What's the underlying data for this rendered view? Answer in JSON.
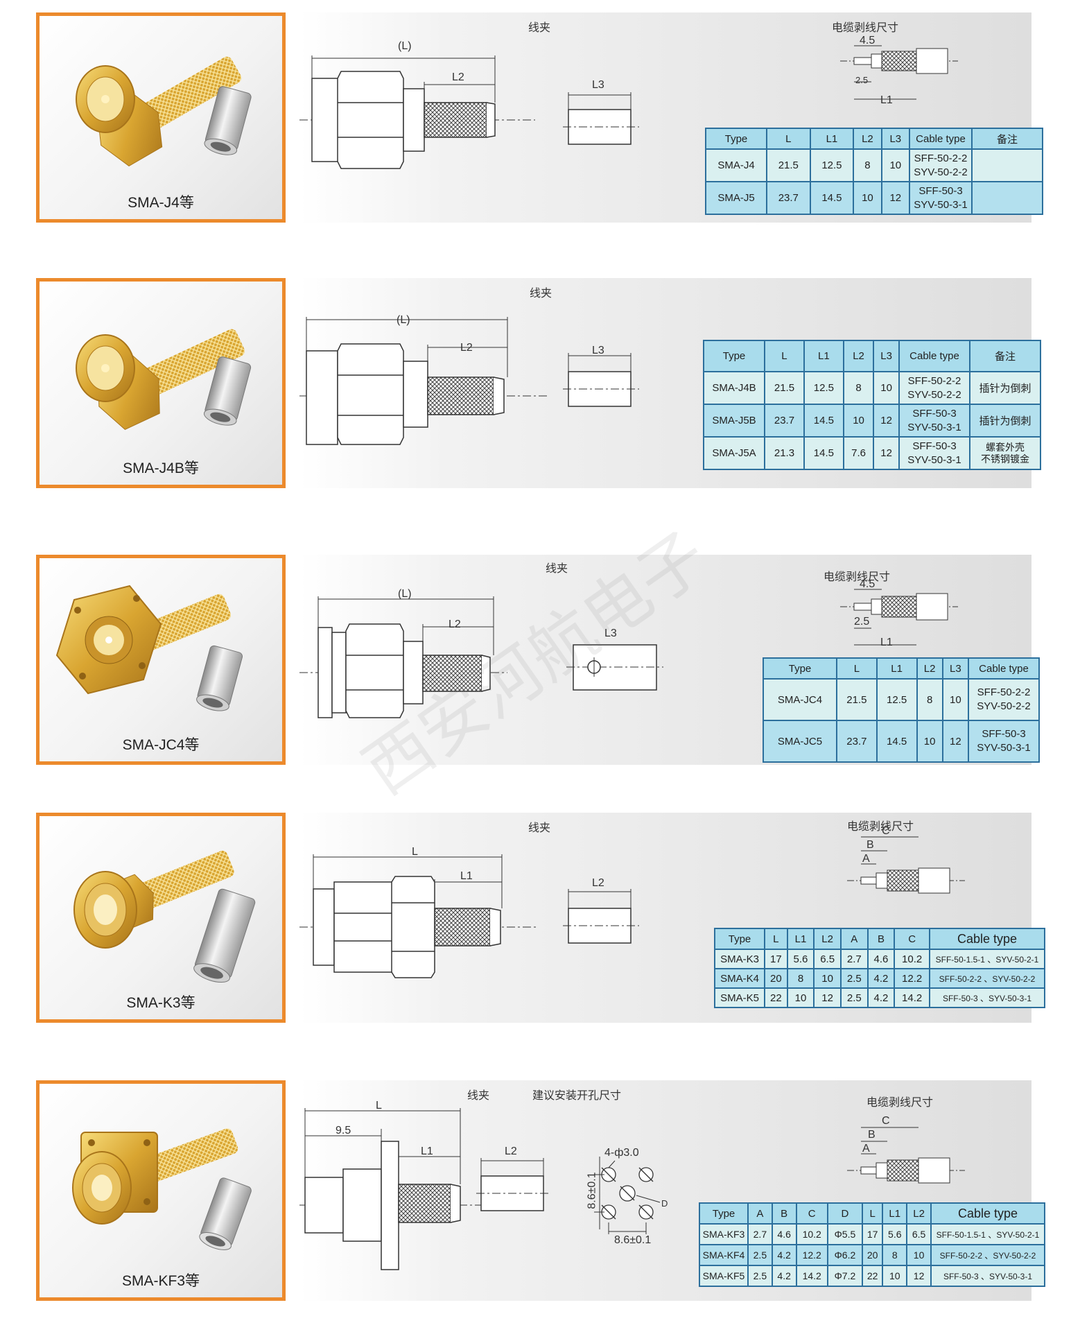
{
  "sections": [
    {
      "caption": "SMA-J4等",
      "clip_label": "线夹",
      "strip_title": "电缆剥线尺寸",
      "dims": {
        "L": "(L)",
        "L2": "L2",
        "L3": "L3",
        "s1": "4.5",
        "s2": "2.5",
        "s3": "L1"
      },
      "table": {
        "headers": [
          "Type",
          "L",
          "L1",
          "L2",
          "L3",
          "Cable type",
          "备注"
        ],
        "rows": [
          [
            "SMA-J4",
            "21.5",
            "12.5",
            "8",
            "10",
            "SFF-50-2-2|SYV-50-2-2",
            ""
          ],
          [
            "SMA-J5",
            "23.7",
            "14.5",
            "10",
            "12",
            "SFF-50-3|SYV-50-3-1",
            ""
          ]
        ]
      }
    },
    {
      "caption": "SMA-J4B等",
      "clip_label": "线夹",
      "dims": {
        "L": "(L)",
        "L2": "L2",
        "L3": "L3"
      },
      "table": {
        "headers": [
          "Type",
          "L",
          "L1",
          "L2",
          "L3",
          "Cable type",
          "备注"
        ],
        "rows": [
          [
            "SMA-J4B",
            "21.5",
            "12.5",
            "8",
            "10",
            "SFF-50-2-2|SYV-50-2-2",
            "插针为倒刺"
          ],
          [
            "SMA-J5B",
            "23.7",
            "14.5",
            "10",
            "12",
            "SFF-50-3|SYV-50-3-1",
            "插针为倒刺"
          ],
          [
            "SMA-J5A",
            "21.3",
            "14.5",
            "7.6",
            "12",
            "SFF-50-3|SYV-50-3-1",
            "螺套外壳|不锈钢镀金"
          ]
        ]
      }
    },
    {
      "caption": "SMA-JC4等",
      "clip_label": "线夹",
      "strip_title": "电缆剥线尺寸",
      "dims": {
        "L": "(L)",
        "L2": "L2",
        "L3": "L3",
        "s1": "4.5",
        "s2": "2.5",
        "s3": "L1"
      },
      "table": {
        "headers": [
          "Type",
          "L",
          "L1",
          "L2",
          "L3",
          "Cable type"
        ],
        "rows": [
          [
            "SMA-JC4",
            "21.5",
            "12.5",
            "8",
            "10",
            "SFF-50-2-2|SYV-50-2-2"
          ],
          [
            "SMA-JC5",
            "23.7",
            "14.5",
            "10",
            "12",
            "SFF-50-3|SYV-50-3-1"
          ]
        ]
      }
    },
    {
      "caption": "SMA-K3等",
      "clip_label": "线夹",
      "strip_title": "电缆剥线尺寸",
      "dims": {
        "L": "L",
        "L1": "L1",
        "L2": "L2",
        "C": "C",
        "B": "B",
        "A": "A"
      },
      "table": {
        "headers": [
          "Type",
          "L",
          "L1",
          "L2",
          "A",
          "B",
          "C",
          "Cable type"
        ],
        "rows": [
          [
            "SMA-K3",
            "17",
            "5.6",
            "6.5",
            "2.7",
            "4.6",
            "10.2",
            "SFF-50-1.5-1 、SYV-50-2-1"
          ],
          [
            "SMA-K4",
            "20",
            "8",
            "10",
            "2.5",
            "4.2",
            "12.2",
            "SFF-50-2-2 、SYV-50-2-2"
          ],
          [
            "SMA-K5",
            "22",
            "10",
            "12",
            "2.5",
            "4.2",
            "14.2",
            "SFF-50-3 、SYV-50-3-1"
          ]
        ]
      }
    },
    {
      "caption": "SMA-KF3等",
      "clip_label": "线夹",
      "hole_title": "建议安装开孔尺寸",
      "strip_title": "电缆剥线尺寸",
      "dims": {
        "L": "L",
        "d95": "9.5",
        "L1": "L1",
        "L2": "L2",
        "C": "C",
        "B": "B",
        "A": "A",
        "holes": "4-ф3.0",
        "hv": "8.6±0.1",
        "hh": "8.6±0.1",
        "D": "D"
      },
      "table": {
        "headers": [
          "Type",
          "A",
          "B",
          "C",
          "D",
          "L",
          "L1",
          "L2",
          "Cable type"
        ],
        "rows": [
          [
            "SMA-KF3",
            "2.7",
            "4.6",
            "10.2",
            "Φ5.5",
            "17",
            "5.6",
            "6.5",
            "SFF-50-1.5-1 、SYV-50-2-1"
          ],
          [
            "SMA-KF4",
            "2.5",
            "4.2",
            "12.2",
            "Φ6.2",
            "20",
            "8",
            "10",
            "SFF-50-2-2 、SYV-50-2-2"
          ],
          [
            "SMA-KF5",
            "2.5",
            "4.2",
            "14.2",
            "Φ7.2",
            "22",
            "10",
            "12",
            "SFF-50-3 、SYV-50-3-1"
          ]
        ]
      }
    }
  ],
  "watermark": "西安河航电子",
  "colors": {
    "frame": "#ec8a2c",
    "table_border": "#2c6f9c",
    "header_bg": "#a9dcec",
    "row_light": "#daf0f0",
    "row_dark": "#b3e0ee"
  }
}
